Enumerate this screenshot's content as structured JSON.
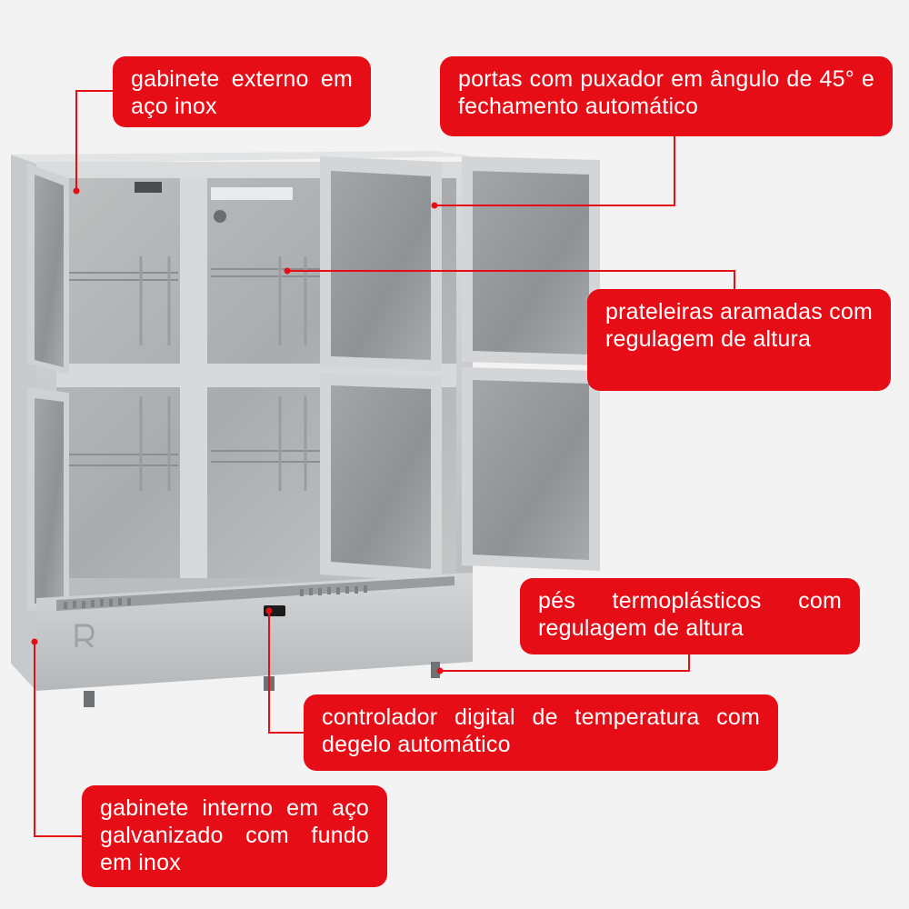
{
  "colors": {
    "accent": "#e60d17",
    "background": "#f3f3f3",
    "steel": "#c9ccce"
  },
  "callouts": {
    "external_cabinet": "gabinete externo em aço inox",
    "doors": "portas com puxador em ângulo de 45° e fechamento automático",
    "shelves": "prateleiras aramadas com regulagem de altura",
    "feet": "pés termoplásticos com regulagem de altura",
    "controller": "controlador digital de temperatura com degelo automático",
    "internal_cabinet": "gabinete interno em aço galvanizado com fundo em inox"
  },
  "product": {
    "logo_icon": "brand-r-logo-icon"
  }
}
